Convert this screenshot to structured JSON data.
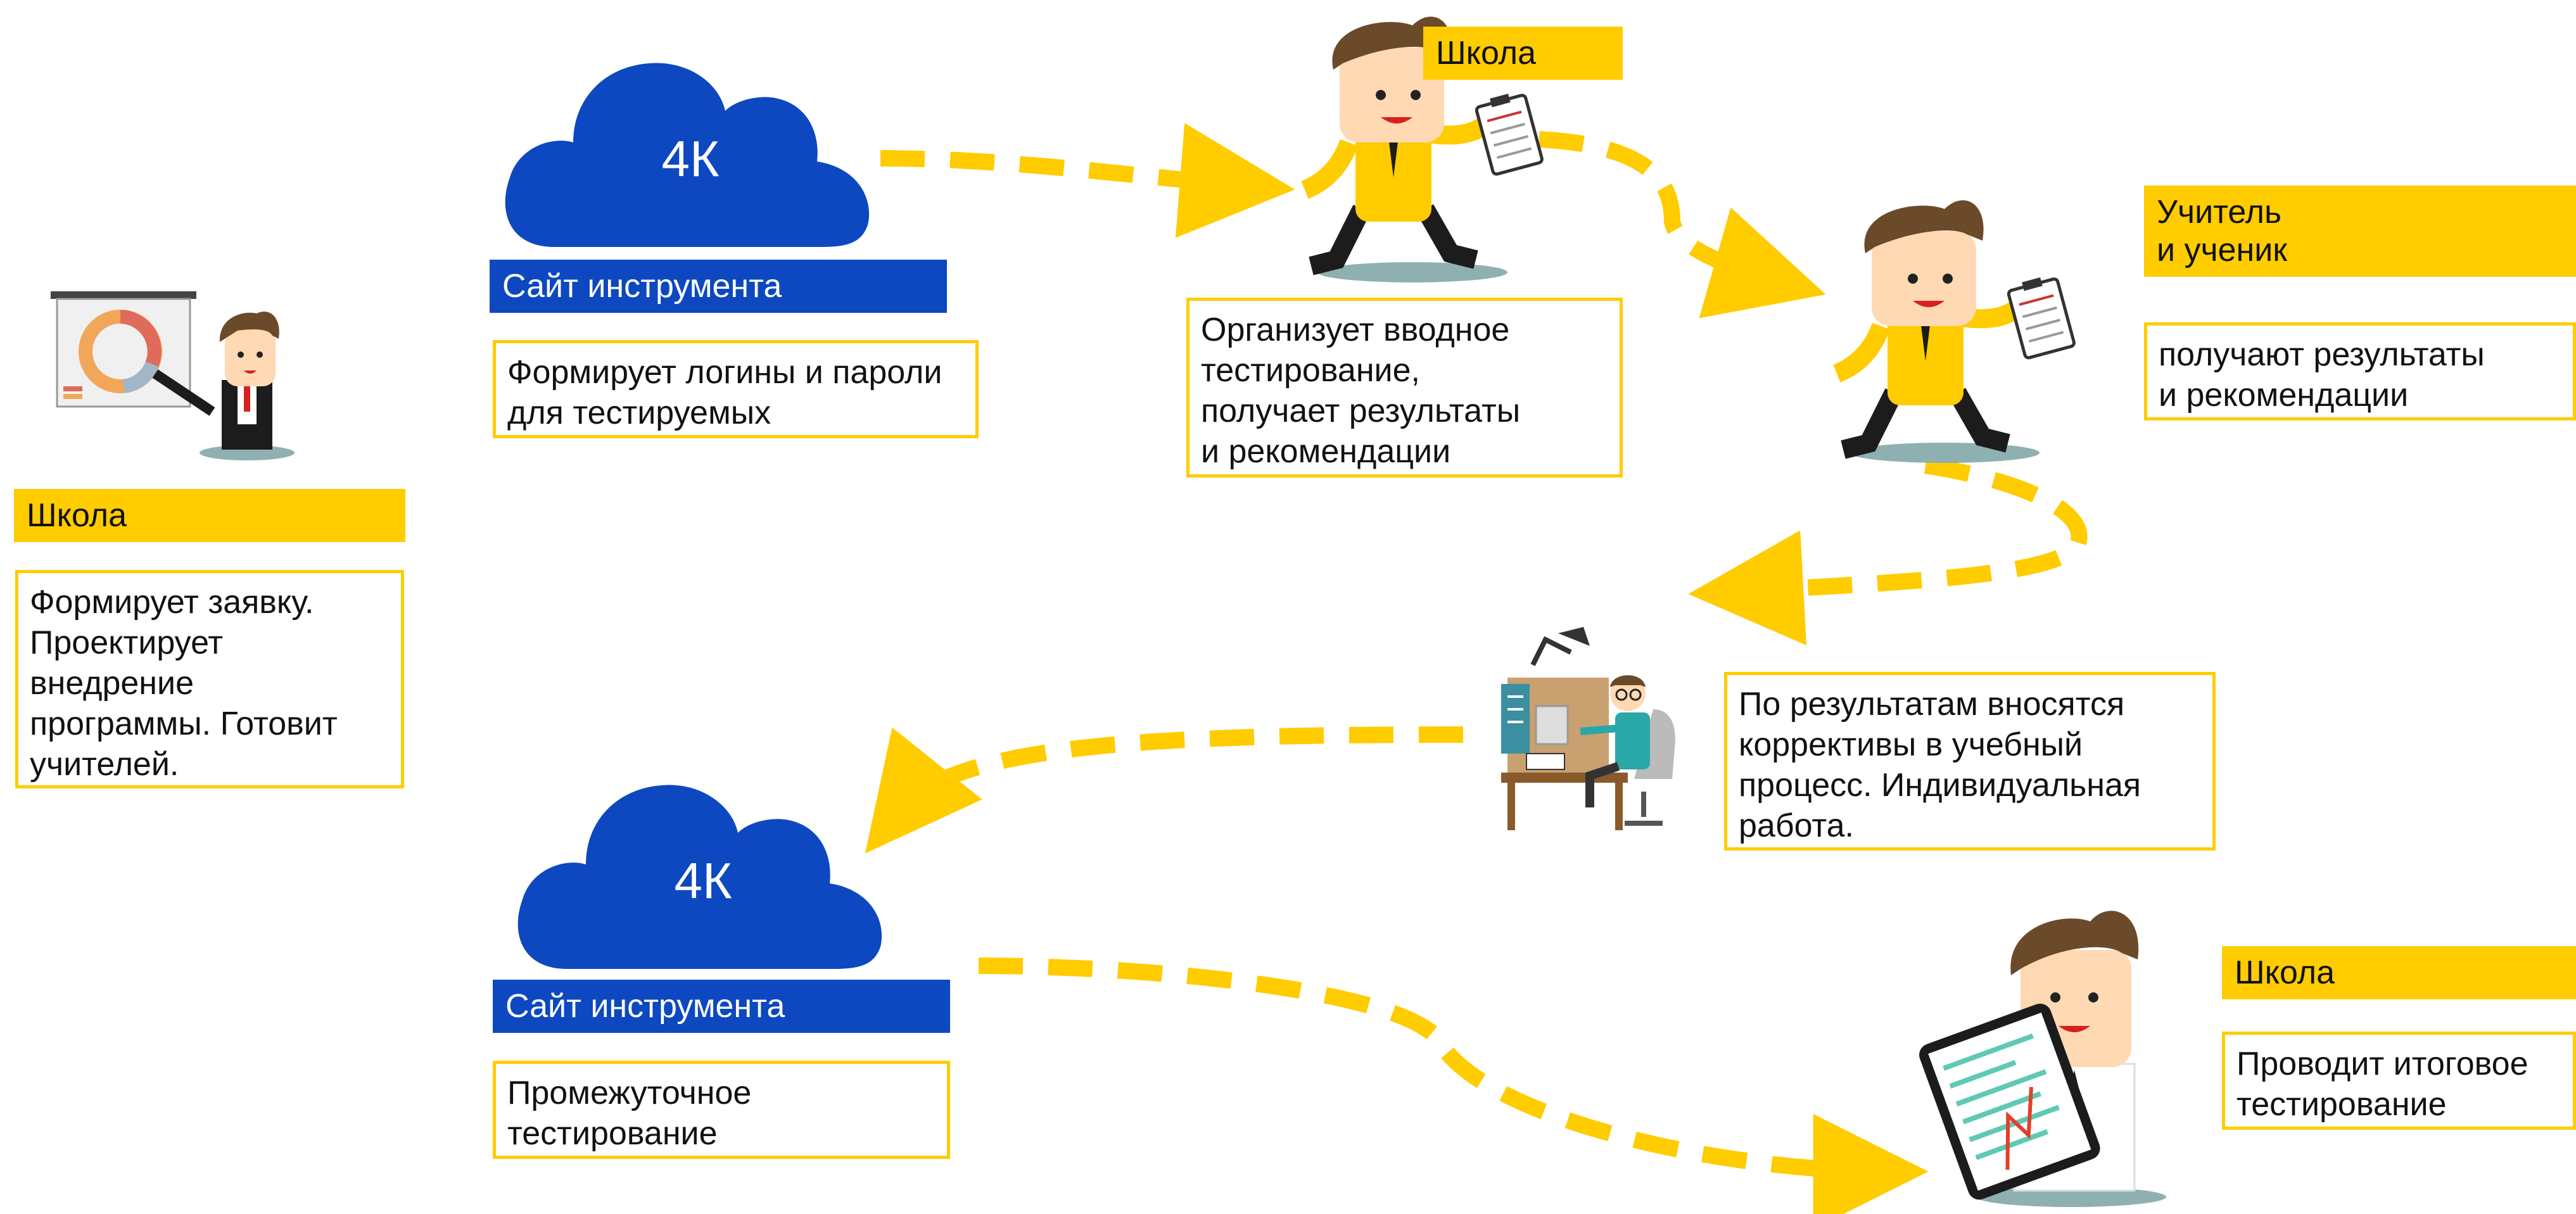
{
  "clouds": [
    {
      "label": "4К"
    },
    {
      "label": "4К"
    }
  ],
  "tags": {
    "school_1": "Школа",
    "site_1": "Сайт инструмента",
    "school_2": "Школа",
    "teacher_student": "Учитель\nи ученик",
    "site_2": "Сайт инструмента",
    "school_3": "Школа"
  },
  "boxes": {
    "school_request": "Формирует заявку.\nПроектирует\nвнедрение\nпрограммы. Готовит\nучителей.",
    "logins": "Формирует логины и пароли\nдля тестируемых",
    "intro_test": "Организует вводное\nтестирование,\nполучает результаты\nи рекомендации",
    "results": "получают результаты\nи рекомендации",
    "corrections": "По результатам вносятся\nкоррективы в учебный\nпроцесс. Индивидуальная\nработа.",
    "intermediate": "Промежуточное\nтестирование",
    "final": "Проводит итоговое\nтестирование"
  },
  "colors": {
    "accent_yellow": "#ffcc00",
    "cloud_blue": "#0d48c0",
    "skin": "#ffd9b3",
    "hair": "#6b4a2a"
  },
  "icons": [
    "presenter-with-chart-icon",
    "running-man-with-clipboard-icon",
    "man-at-desk-icon",
    "man-with-tablet-icon",
    "cloud-icon"
  ]
}
